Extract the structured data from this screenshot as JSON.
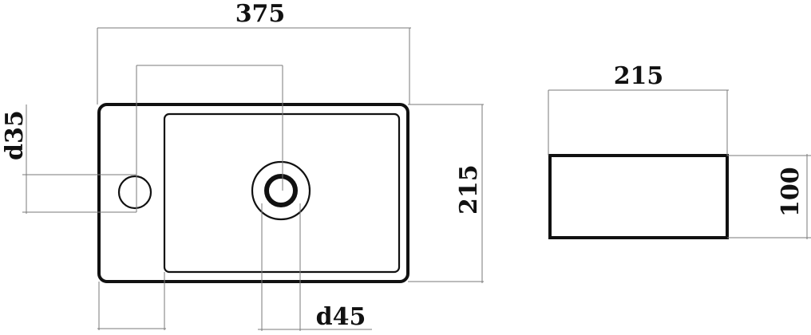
{
  "top_view": {
    "overall_width": "375",
    "depth": "215",
    "tap_hole_diameter": "d35",
    "drain_diameter": "d45"
  },
  "side_view": {
    "width": "215",
    "height": "100"
  }
}
